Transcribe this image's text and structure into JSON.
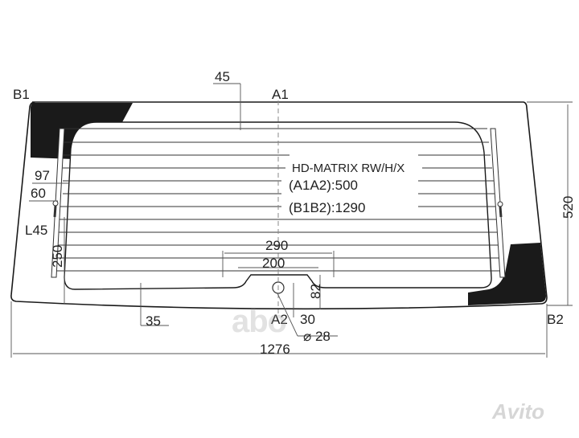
{
  "drawing": {
    "title": "HD-MATRIX RW/H/X",
    "spec_a1a2": "(A1A2):500",
    "spec_b1b2": "(B1B2):1290",
    "points": {
      "a1": "A1",
      "a2": "A2",
      "b1": "B1",
      "b2": "B2"
    },
    "dimensions": {
      "top_offset": "45",
      "left_97": "97",
      "left_60": "60",
      "left_l45": "L45",
      "left_250": "250",
      "bottom_35": "35",
      "width_290": "290",
      "width_200": "200",
      "height_82": "82",
      "offset_30": "30",
      "diameter": "⌀ 28",
      "total_height": "520",
      "total_width": "1276"
    },
    "colors": {
      "line": "#1a1a1a",
      "frit": "#1a1a1a",
      "dim": "#555555"
    }
  },
  "watermarks": {
    "center": "abo",
    "corner": "Avito"
  }
}
